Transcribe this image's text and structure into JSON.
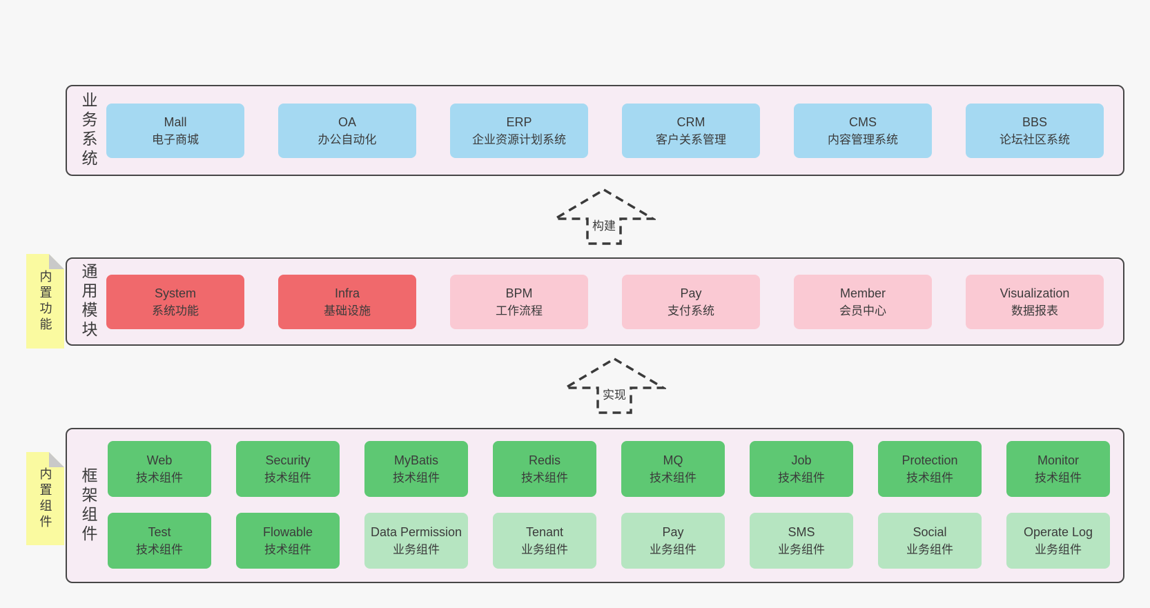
{
  "diagram": {
    "bands": [
      {
        "label": "业务系统",
        "boxes": [
          {
            "title": "Mall",
            "subtitle": "电子商城",
            "type": "blue"
          },
          {
            "title": "OA",
            "subtitle": "办公自动化",
            "type": "blue"
          },
          {
            "title": "ERP",
            "subtitle": "企业资源计划系统",
            "type": "blue"
          },
          {
            "title": "CRM",
            "subtitle": "客户关系管理",
            "type": "blue"
          },
          {
            "title": "CMS",
            "subtitle": "内容管理系统",
            "type": "blue"
          },
          {
            "title": "BBS",
            "subtitle": "论坛社区系统",
            "type": "blue"
          }
        ]
      },
      {
        "label": "通用模块",
        "sticky": "内置功能",
        "boxes": [
          {
            "title": "System",
            "subtitle": "系统功能",
            "type": "red"
          },
          {
            "title": "Infra",
            "subtitle": "基础设施",
            "type": "red"
          },
          {
            "title": "BPM",
            "subtitle": "工作流程",
            "type": "pink"
          },
          {
            "title": "Pay",
            "subtitle": "支付系统",
            "type": "pink"
          },
          {
            "title": "Member",
            "subtitle": "会员中心",
            "type": "pink"
          },
          {
            "title": "Visualization",
            "subtitle": "数据报表",
            "type": "pink"
          }
        ]
      },
      {
        "label": "框架组件",
        "sticky": "内置组件",
        "rows": [
          [
            {
              "title": "Web",
              "subtitle": "技术组件",
              "type": "green"
            },
            {
              "title": "Security",
              "subtitle": "技术组件",
              "type": "green"
            },
            {
              "title": "MyBatis",
              "subtitle": "技术组件",
              "type": "green"
            },
            {
              "title": "Redis",
              "subtitle": "技术组件",
              "type": "green"
            },
            {
              "title": "MQ",
              "subtitle": "技术组件",
              "type": "green"
            },
            {
              "title": "Job",
              "subtitle": "技术组件",
              "type": "green"
            },
            {
              "title": "Protection",
              "subtitle": "技术组件",
              "type": "green"
            },
            {
              "title": "Monitor",
              "subtitle": "技术组件",
              "type": "green"
            }
          ],
          [
            {
              "title": "Test",
              "subtitle": "技术组件",
              "type": "green"
            },
            {
              "title": "Flowable",
              "subtitle": "技术组件",
              "type": "green"
            },
            {
              "title": "Data Permission",
              "subtitle": "业务组件",
              "type": "lightgreen"
            },
            {
              "title": "Tenant",
              "subtitle": "业务组件",
              "type": "lightgreen"
            },
            {
              "title": "Pay",
              "subtitle": "业务组件",
              "type": "lightgreen"
            },
            {
              "title": "SMS",
              "subtitle": "业务组件",
              "type": "lightgreen"
            },
            {
              "title": "Social",
              "subtitle": "业务组件",
              "type": "lightgreen"
            },
            {
              "title": "Operate Log",
              "subtitle": "业务组件",
              "type": "lightgreen"
            }
          ]
        ]
      }
    ],
    "arrows": [
      {
        "label": "构建"
      },
      {
        "label": "实现"
      }
    ],
    "colors": {
      "page_bg": "#f7f7f7",
      "band_bg": "#f7ecf4",
      "band_border": "#464646",
      "blue": "#a5d9f2",
      "red": "#f0696c",
      "pink": "#fac9d3",
      "green": "#5ec873",
      "light_green": "#b6e5c1",
      "sticky_yellow": "#fafaa0",
      "fold_gray": "#c9c9c9",
      "text": "#3b3b3b"
    }
  }
}
